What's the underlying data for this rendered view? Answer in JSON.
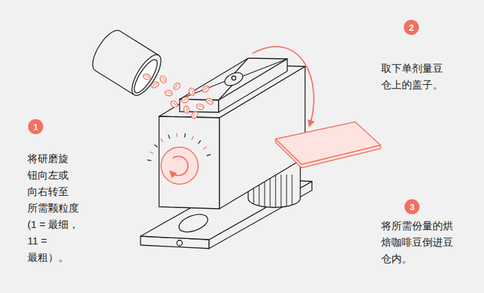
{
  "diagram": {
    "nodes": [
      {
        "text": [
          "1"
        ]
      },
      {
        "text": [
          "2"
        ]
      },
      {
        "text": [
          "3"
        ]
      }
    ],
    "labels": [
      "将研磨旋 钮向左或 向右转至 所需颗粒度 (1 = 最细， 11 = 最粗）。",
      "取下单剂量豆 仓上的盖子。",
      "将所需份量的烘 焙咖啡豆倒进豆 仓内。"
    ]
  }
}
